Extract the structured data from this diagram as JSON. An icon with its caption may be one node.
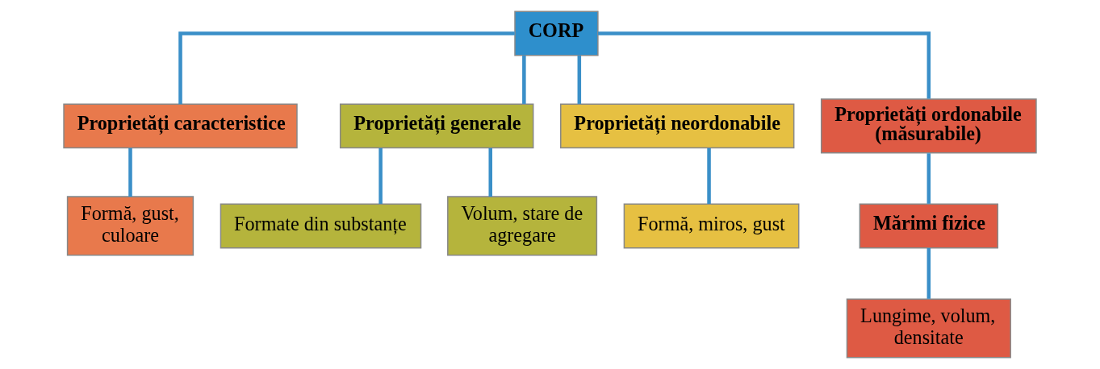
{
  "diagram": {
    "nodes": [
      {
        "text": [
          "CORP"
        ]
      },
      {
        "text": [
          "Proprietăți caracteristice"
        ]
      },
      {
        "text": [
          "Proprietăți generale"
        ]
      },
      {
        "text": [
          "Proprietăți neordonabile"
        ]
      },
      {
        "text": [
          "Proprietăți ordonabile (măsurabile)"
        ]
      },
      {
        "text": [
          "Formă, gust, culoare"
        ]
      },
      {
        "text": [
          "Formate din substanțe"
        ]
      },
      {
        "text": [
          "Volum, stare de agregare"
        ]
      },
      {
        "text": [
          "Formă, miros, gust"
        ]
      },
      {
        "text": [
          "Mărimi fizice"
        ]
      },
      {
        "text": [
          "Lungime, volum, densitate"
        ]
      }
    ],
    "edges": [
      {
        "from": 0,
        "to": 1,
        "arrow": "none"
      },
      {
        "from": 0,
        "to": 2,
        "arrow": "none"
      },
      {
        "from": 0,
        "to": 3,
        "arrow": "none"
      },
      {
        "from": 0,
        "to": 4,
        "arrow": "none"
      },
      {
        "from": 1,
        "to": 5,
        "arrow": "none"
      },
      {
        "from": 2,
        "to": 6,
        "arrow": "none"
      },
      {
        "from": 2,
        "to": 7,
        "arrow": "none"
      },
      {
        "from": 3,
        "to": 8,
        "arrow": "none"
      },
      {
        "from": 4,
        "to": 9,
        "arrow": "none"
      },
      {
        "from": 9,
        "to": 10,
        "arrow": "none"
      }
    ]
  }
}
